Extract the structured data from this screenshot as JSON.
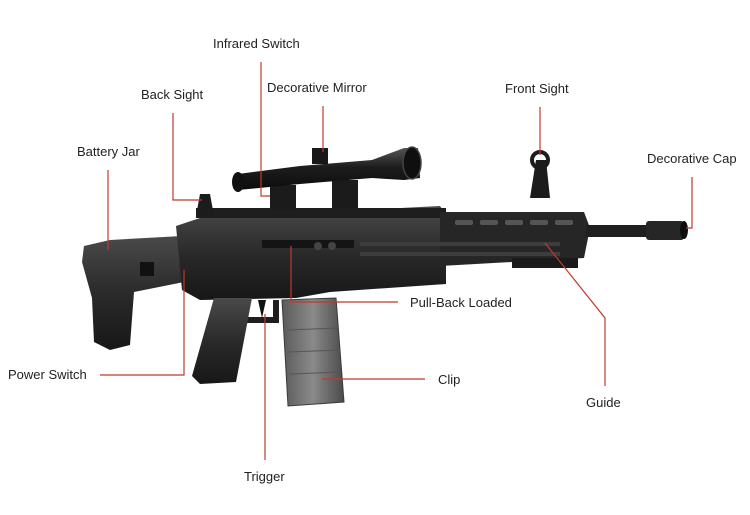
{
  "labels": {
    "infrared_switch": "Infrared Switch",
    "decorative_mirror": "Decorative Mirror",
    "back_sight": "Back Sight",
    "front_sight": "Front Sight",
    "battery_jar": "Battery Jar",
    "decorative_cap": "Decorative Cap",
    "pull_back_loaded": "Pull-Back Loaded",
    "power_switch": "Power Switch",
    "clip": "Clip",
    "guide": "Guide",
    "trigger": "Trigger"
  },
  "colors": {
    "leader_line": "#c0392b",
    "label_text": "#222222",
    "gun_body": "#2b2b2b",
    "gun_dark": "#151515",
    "magazine": "#6b6b6b"
  }
}
